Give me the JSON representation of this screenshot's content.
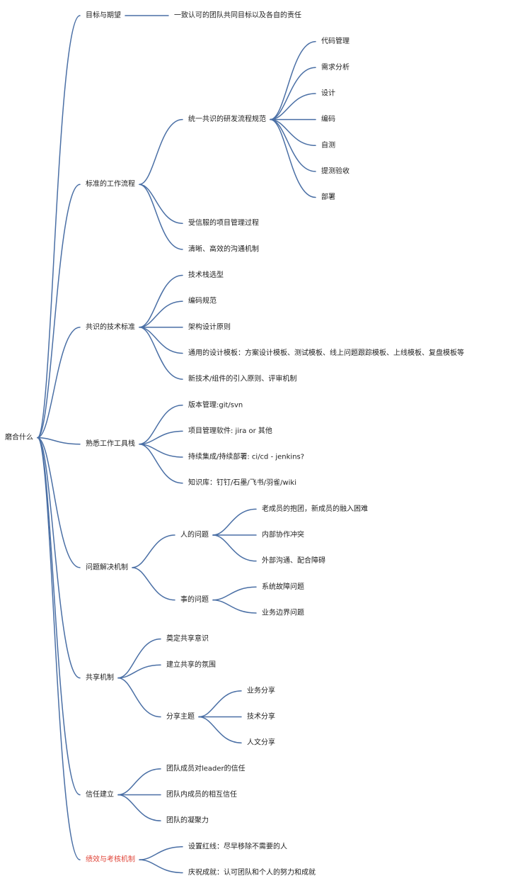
{
  "root": {
    "label": "磨合什么",
    "children": [
      {
        "label": "目标与期望",
        "children": [
          {
            "label": "一致认可的团队共同目标以及各自的责任"
          }
        ]
      },
      {
        "label": "标准的工作流程",
        "children": [
          {
            "label": "统一共识的研发流程规范",
            "children": [
              {
                "label": "代码管理"
              },
              {
                "label": "需求分析"
              },
              {
                "label": "设计"
              },
              {
                "label": "编码"
              },
              {
                "label": "自测"
              },
              {
                "label": "提测验收"
              },
              {
                "label": "部署"
              }
            ]
          },
          {
            "label": "受信服的项目管理过程"
          },
          {
            "label": "清晰、高效的沟通机制"
          }
        ]
      },
      {
        "label": "共识的技术标准",
        "children": [
          {
            "label": "技术栈选型"
          },
          {
            "label": "编码规范"
          },
          {
            "label": "架构设计原则"
          },
          {
            "label": "通用的设计模板：方案设计模板、测试模板、线上问题跟踪模板、上线模板、复盘模板等"
          },
          {
            "label": "新技术/组件的引入原则、评审机制"
          }
        ]
      },
      {
        "label": "熟悉工作工具栈",
        "children": [
          {
            "label": "版本管理:git/svn"
          },
          {
            "label": "项目管理软件: jira or 其他"
          },
          {
            "label": "持续集成/持续部署: ci/cd - jenkins?"
          },
          {
            "label": "知识库：钉钉/石墨/飞书/羽雀/wiki"
          }
        ]
      },
      {
        "label": "问题解决机制",
        "children": [
          {
            "label": "人的问题",
            "children": [
              {
                "label": "老成员的抱团，新成员的融入困难"
              },
              {
                "label": "内部协作冲突"
              },
              {
                "label": "外部沟通、配合障碍"
              }
            ]
          },
          {
            "label": "事的问题",
            "children": [
              {
                "label": "系统故障问题"
              },
              {
                "label": "业务边界问题"
              }
            ]
          }
        ]
      },
      {
        "label": "共享机制",
        "children": [
          {
            "label": "奠定共享意识"
          },
          {
            "label": "建立共享的氛围"
          },
          {
            "label": "分享主题",
            "children": [
              {
                "label": "业务分享"
              },
              {
                "label": "技术分享"
              },
              {
                "label": "人文分享"
              }
            ]
          }
        ]
      },
      {
        "label": "信任建立",
        "children": [
          {
            "label": "团队成员对leader的信任"
          },
          {
            "label": "团队内成员的相互信任"
          },
          {
            "label": "团队的凝聚力"
          }
        ]
      },
      {
        "label": "绩效与考核机制",
        "color": "#e0463a",
        "children": [
          {
            "label": "设置红线：尽早移除不需要的人"
          },
          {
            "label": "庆祝成就：认可团队和个人的努力和成就"
          }
        ]
      }
    ]
  }
}
